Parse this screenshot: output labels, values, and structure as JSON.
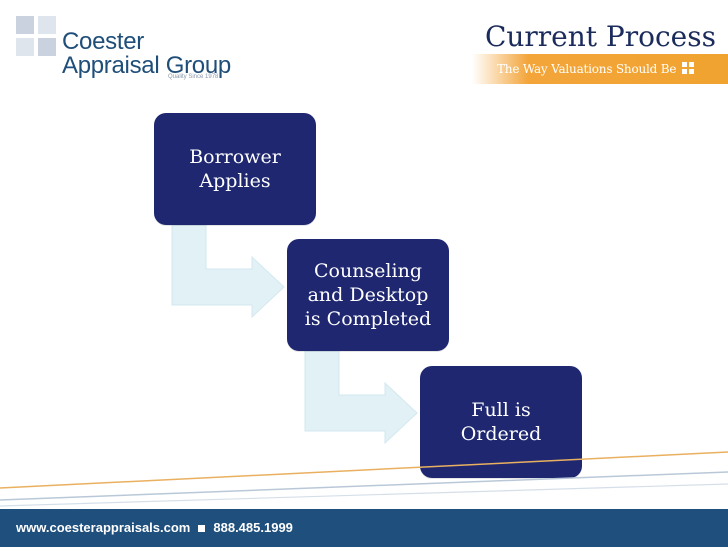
{
  "brand": {
    "name_line1": "Coester",
    "name_line2": "Appraisal Group",
    "since": "Quality Since 1978",
    "tagline": "The Way Valuations Should Be",
    "logo_icon": "grid-squares-icon",
    "colors": {
      "navy": "#1e2770",
      "orange": "#f0a32f",
      "footer_blue": "#1f4f7d"
    }
  },
  "slide": {
    "title": "Current Process"
  },
  "process": {
    "steps": [
      {
        "line1": "Borrower",
        "line2": "Applies",
        "line3": ""
      },
      {
        "line1": "Counseling",
        "line2": "and Desktop",
        "line3": "is Completed"
      },
      {
        "line1": "Full is",
        "line2": "Ordered",
        "line3": ""
      }
    ]
  },
  "footer": {
    "website": "www.coesterappraisals.com",
    "phone": "888.485.1999"
  }
}
